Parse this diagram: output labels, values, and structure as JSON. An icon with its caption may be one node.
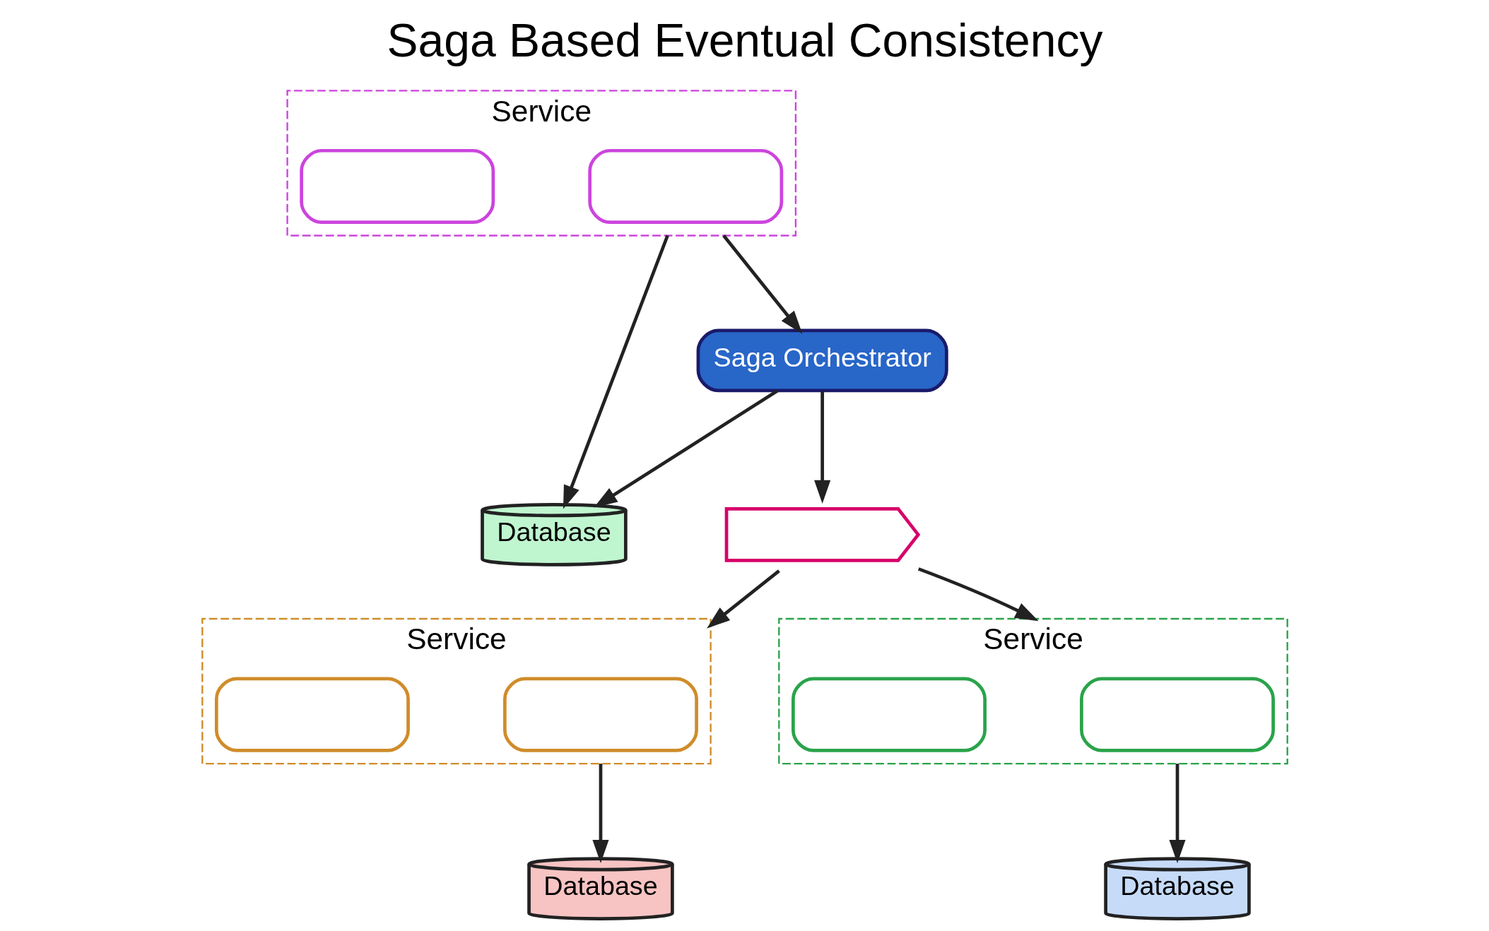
{
  "diagram": {
    "title": "Saga Based Eventual Consistency",
    "nodes": [
      {
        "text": [
          "Service"
        ]
      },
      {
        "text": [],
        "shape": "box",
        "in": 0
      },
      {
        "text": [],
        "shape": "box",
        "in": 0
      },
      {
        "text": [
          "Database"
        ]
      },
      {
        "text": [
          "Saga Orchestrator"
        ]
      },
      {
        "text": [],
        "shape": "queue"
      },
      {
        "text": [
          "Database"
        ]
      },
      {
        "text": [
          "Service"
        ]
      },
      {
        "text": [],
        "shape": "box",
        "in": 7
      },
      {
        "text": [],
        "shape": "box",
        "in": 7
      },
      {
        "text": [
          "Database"
        ]
      },
      {
        "text": [
          "Service"
        ]
      },
      {
        "text": [],
        "shape": "box",
        "in": 11
      },
      {
        "text": [],
        "shape": "box",
        "in": 11
      }
    ],
    "edges": [
      {
        "from": 0,
        "to": 3,
        "arrow": "to"
      },
      {
        "from": 0,
        "to": 4,
        "arrow": "to"
      },
      {
        "from": 4,
        "to": 3,
        "arrow": "to"
      },
      {
        "from": 4,
        "to": 5,
        "arrow": "to"
      },
      {
        "from": 5,
        "to": 7,
        "arrow": "to"
      },
      {
        "from": 5,
        "to": 11,
        "arrow": "to"
      },
      {
        "from": 7,
        "to": 6,
        "arrow": "to"
      },
      {
        "from": 11,
        "to": 10,
        "arrow": "to"
      }
    ]
  }
}
